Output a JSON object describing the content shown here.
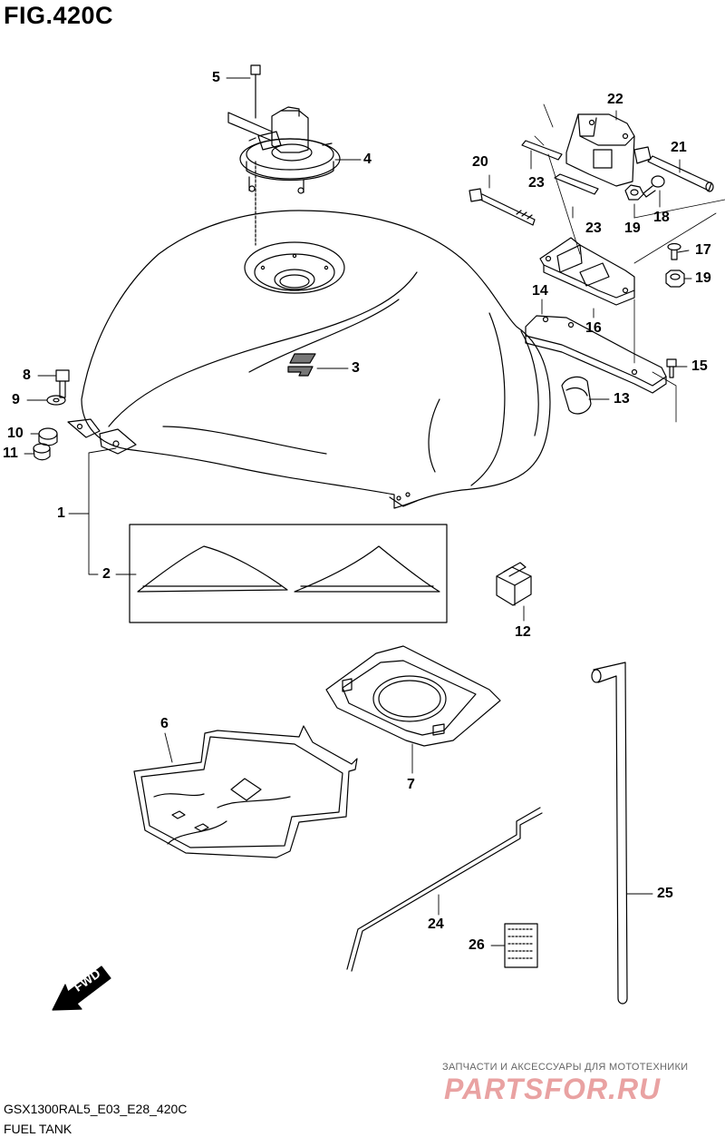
{
  "figure": {
    "title": "FIG.420C",
    "code": "GSX1300RAL5_E03_E28_420C",
    "name": "FUEL TANK"
  },
  "callouts": {
    "c1": "1",
    "c2": "2",
    "c3": "3",
    "c4": "4",
    "c5": "5",
    "c6": "6",
    "c7": "7",
    "c8": "8",
    "c9": "9",
    "c10": "10",
    "c11": "11",
    "c12": "12",
    "c13": "13",
    "c14": "14",
    "c15": "15",
    "c16": "16",
    "c17": "17",
    "c18": "18",
    "c19a": "19",
    "c19b": "19",
    "c20": "20",
    "c21": "21",
    "c22": "22",
    "c23a": "23",
    "c23b": "23",
    "c24": "24",
    "c25": "25",
    "c26": "26"
  },
  "direction": {
    "label": "FWD"
  },
  "watermark": {
    "tagline": "ЗАПЧАСТИ И АКСЕССУАРЫ ДЛЯ МОТОТЕХНИКИ",
    "logo": "PARTSFOR.RU"
  }
}
